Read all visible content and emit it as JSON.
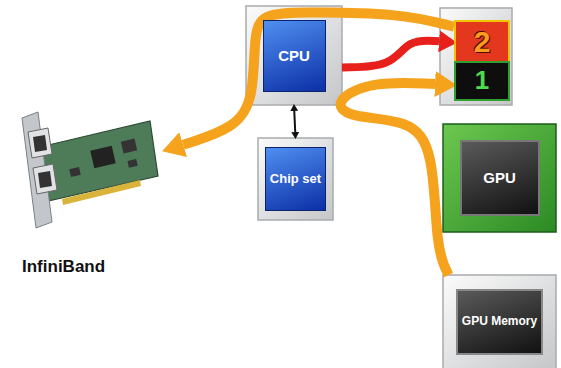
{
  "diagram": {
    "nodes": [
      {
        "text": [
          "CPU"
        ]
      },
      {
        "text": [
          "2"
        ]
      },
      {
        "text": [
          "1"
        ]
      },
      {
        "text": [
          "Chip set"
        ]
      },
      {
        "text": [
          "GPU"
        ]
      },
      {
        "text": [
          "GPU Memory"
        ]
      },
      {
        "text": [
          "InfiniBand"
        ]
      }
    ],
    "edges": [
      {
        "from": 0,
        "to": 3,
        "arrow": "both"
      },
      {
        "from": 0,
        "to": 1,
        "arrow": "to"
      },
      {
        "from": 1,
        "to": 6,
        "arrow": "to"
      },
      {
        "from": 5,
        "to": 2,
        "arrow": "to"
      }
    ]
  }
}
